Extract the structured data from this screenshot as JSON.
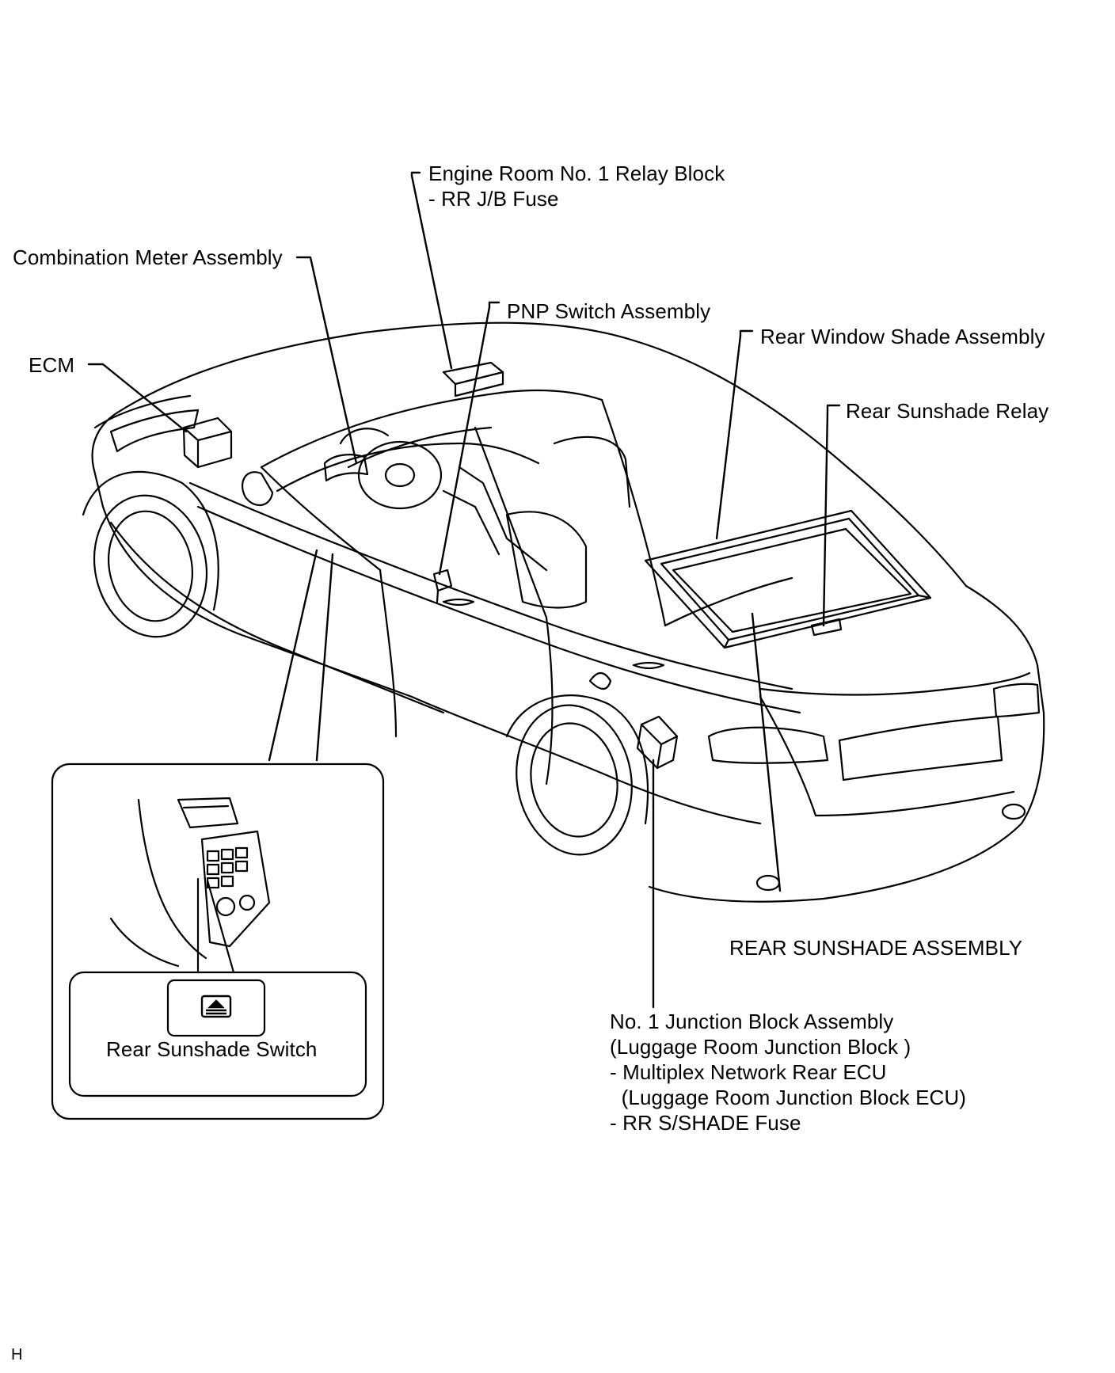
{
  "labels": {
    "engine_room": "Engine Room No. 1 Relay Block",
    "rrjb_fuse": "- RR J/B Fuse",
    "combination_meter": "Combination Meter Assembly",
    "pnp_switch": "PNP Switch Assembly",
    "rear_window_shade": "Rear Window Shade Assembly",
    "ecm": "ECM",
    "rear_sunshade_relay": "Rear Sunshade Relay",
    "rear_sunshade_assembly": "REAR SUNSHADE ASSEMBLY",
    "rear_sunshade_switch": "Rear Sunshade Switch",
    "junction_block": [
      "No. 1 Junction Block Assembly",
      "(Luggage Room Junction Block )",
      "- Multiplex Network Rear ECU",
      "  (Luggage Room Junction Block ECU)",
      "- RR S/SHADE Fuse"
    ]
  },
  "figure_code": "H",
  "icons": {
    "switch": "sunshade-switch-icon"
  }
}
